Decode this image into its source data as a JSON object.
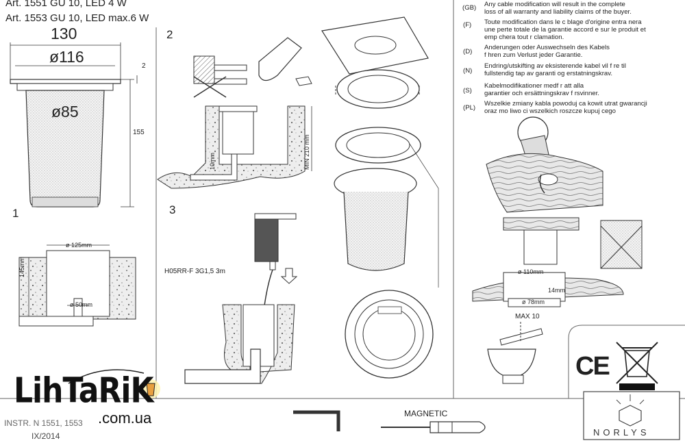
{
  "header": {
    "line1": "Art. 1551 GU 10, LED 4 W",
    "line2": "Art. 1553 GU 10, LED max.6 W"
  },
  "dims": {
    "width_top": "130",
    "diam_top": "ø116",
    "diam_body": "ø85",
    "rim": "2",
    "height": "155"
  },
  "steps": {
    "s1": "1",
    "s2": "2",
    "s3": "3"
  },
  "install": {
    "hole_diam": "ø 125mm",
    "depth": "145mm",
    "pipe_diam": "ø 50mm",
    "min_depth": "MIN 210 mm",
    "gap": "10mm",
    "cable": "H05RR-F  3G1,5     3m"
  },
  "deck": {
    "outer": "ø 110mm",
    "depth": "14mm",
    "inner": "ø 78mm",
    "tilt": "MAX 10"
  },
  "warnings": [
    {
      "code": "(GB)",
      "text": [
        "Any cable modification will result in the complete",
        "loss of all warranty and liability claims of the buyer."
      ]
    },
    {
      "code": "(F)",
      "text": [
        "Toute modification dans le c blage d'origine entra nera",
        "une perte totale de la garantie accord e sur le produit et",
        "emp chera tout r clamation."
      ]
    },
    {
      "code": "(D)",
      "text": [
        "Anderungen oder Auswechseln des Kabels",
        "f hren zum Verlust jeder Garantie."
      ]
    },
    {
      "code": "(N)",
      "text": [
        "Endring/utskifting av eksisterende kabel vil f re til",
        "fullstendig tap av garanti og erstatningskrav."
      ]
    },
    {
      "code": "(S)",
      "text": [
        "Kabelmodifikationer medf r att alla",
        "garantier och ersättningskrav f rsvinner."
      ]
    },
    {
      "code": "(PL)",
      "text": [
        "Wszelkie zmiany kabla powoduj  ca kowit  utrat  gwarancji",
        "oraz  mo liwo ci wszelkich roszcze  kupuj cego"
      ]
    }
  ],
  "tools": {
    "magnetic": "MAGNETIC"
  },
  "footer": {
    "instr": "INSTR. N  1551, 1553",
    "date": "IX/2014"
  },
  "marks": {
    "ce": "CE"
  },
  "watermark": {
    "brand": "LihTaRiK",
    "domain": ".com.ua"
  },
  "brand": {
    "name": "NORLYS"
  }
}
